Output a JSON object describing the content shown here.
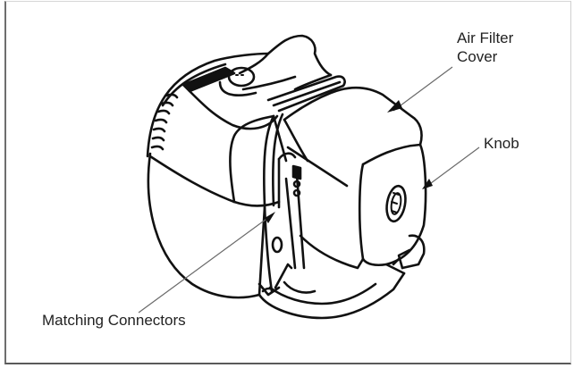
{
  "figure": {
    "subject": "Respirator blower unit with air filter cover",
    "labels": {
      "air_filter_cover_line1": "Air Filter",
      "air_filter_cover_line2": "Cover",
      "knob": "Knob",
      "matching_connectors": "Matching Connectors"
    },
    "colors": {
      "ink": "#111111",
      "leader": "#6a6a6a",
      "text": "#222222",
      "frame": "#6e6e6e",
      "background": "#ffffff"
    }
  }
}
